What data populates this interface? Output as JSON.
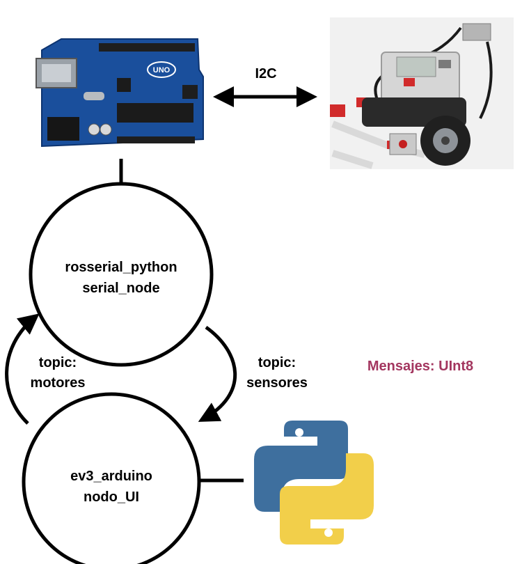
{
  "diagram": {
    "arduino": {
      "board_label": "UNO"
    },
    "i2c_label": "I2C",
    "top_node": {
      "line1": "rosserial_python",
      "line2": "serial_node"
    },
    "bottom_node": {
      "line1": "ev3_arduino",
      "line2": "nodo_UI"
    },
    "left_topic": {
      "line1": "topic:",
      "line2": "motores"
    },
    "right_topic": {
      "line1": "topic:",
      "line2": "sensores"
    },
    "messages_label": "Mensajes: UInt8"
  },
  "colors": {
    "line": "#000000",
    "messages": "#a3365f",
    "arduino_board": "#1a4f9c",
    "python_blue": "#3e6f9e",
    "python_yellow": "#f2cf4a"
  },
  "icons": [
    "arduino-board-icon",
    "ev3-robot-icon",
    "python-logo-icon"
  ]
}
